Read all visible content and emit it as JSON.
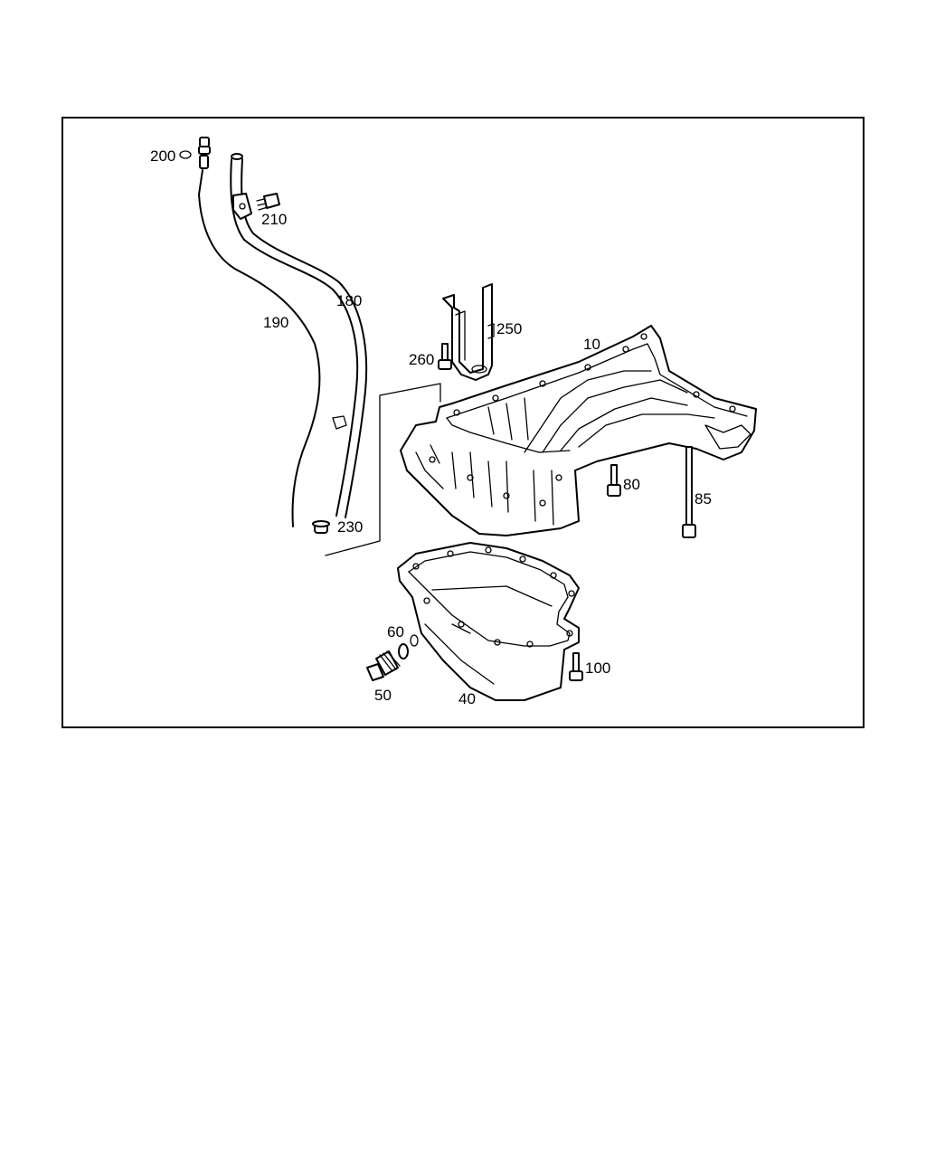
{
  "diagram": {
    "parts": [
      {
        "id": "p10",
        "label": "10",
        "name": "oil-pan-upper-section"
      },
      {
        "id": "p40",
        "label": "40",
        "name": "oil-pan-lower"
      },
      {
        "id": "p50",
        "label": "50",
        "name": "drain-plug"
      },
      {
        "id": "p60",
        "label": "60",
        "name": "sealing-ring"
      },
      {
        "id": "p80",
        "label": "80",
        "name": "bolt"
      },
      {
        "id": "p85",
        "label": "85",
        "name": "long-bolt"
      },
      {
        "id": "p100",
        "label": "100",
        "name": "pan-bolt"
      },
      {
        "id": "p180",
        "label": "180",
        "name": "dipstick-guide-tube"
      },
      {
        "id": "p190",
        "label": "190",
        "name": "dipstick"
      },
      {
        "id": "p200",
        "label": "200",
        "name": "o-ring"
      },
      {
        "id": "p210",
        "label": "210",
        "name": "tube-mounting-bolt"
      },
      {
        "id": "p230",
        "label": "230",
        "name": "tube-seal"
      },
      {
        "id": "p250",
        "label": "250",
        "name": "bracket"
      },
      {
        "id": "p260",
        "label": "260",
        "name": "bracket-bolt"
      }
    ]
  }
}
